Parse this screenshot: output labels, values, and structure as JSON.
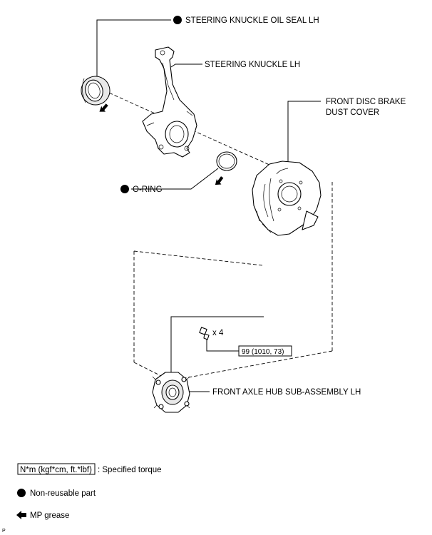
{
  "labels": {
    "oil_seal": "STEERING KNUCKLE OIL SEAL LH",
    "knuckle": "STEERING KNUCKLE LH",
    "dust_cover_line1": "FRONT DISC BRAKE",
    "dust_cover_line2": "DUST COVER",
    "o_ring": "O-RING",
    "bolt_qty": "x 4",
    "torque": "99 (1010, 73)",
    "hub": "FRONT AXLE HUB SUB-ASSEMBLY LH"
  },
  "legend": {
    "torque_box": "N*m (kgf*cm, ft.*lbf)",
    "torque_desc": ": Specified torque",
    "non_reusable": "Non-reusable part",
    "mp_grease": "MP grease"
  },
  "corner_code": "P"
}
